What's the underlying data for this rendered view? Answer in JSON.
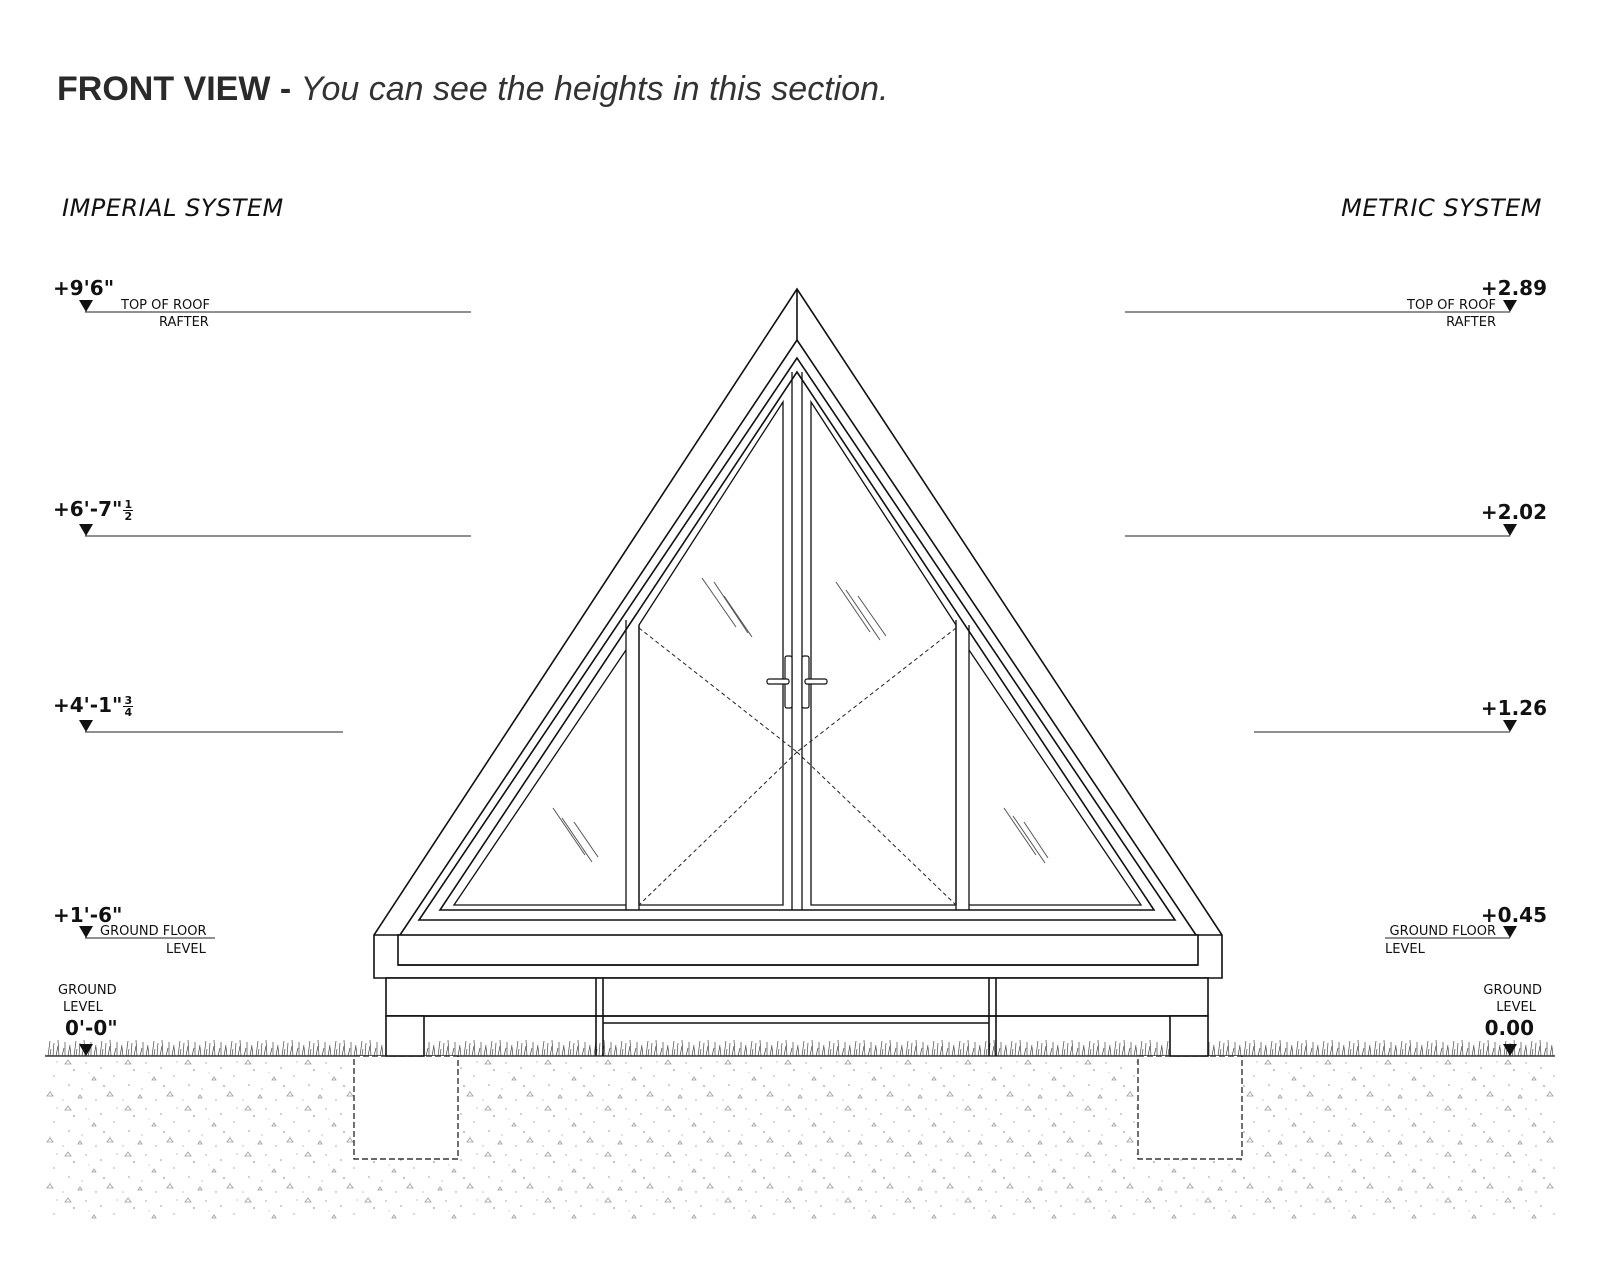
{
  "header": {
    "title_bold": "FRONT VIEW -",
    "title_italic": "You can see the heights in this section."
  },
  "imperial": {
    "heading": "IMPERIAL SYSTEM",
    "roof_value": "+9'6\"",
    "roof_label_1": "TOP OF ROOF",
    "roof_label_2": "RAFTER",
    "l2_value": "+6'-7\"",
    "l2_frac_num": "1",
    "l2_frac_den": "2",
    "l3_value": "+4'-1\"",
    "l3_frac_num": "3",
    "l3_frac_den": "4",
    "floor_value": "+1'-6\"",
    "floor_label_1": "GROUND FLOOR",
    "floor_label_2": "LEVEL",
    "ground_label_1": "GROUND",
    "ground_label_2": "LEVEL",
    "ground_value": "0'-0\""
  },
  "metric": {
    "heading": "METRIC SYSTEM",
    "roof_value": "+2.89",
    "roof_label_1": "TOP OF ROOF",
    "roof_label_2": "RAFTER",
    "l2_value": "+2.02",
    "l3_value": "+1.26",
    "floor_value": "+0.45",
    "floor_label_1": "GROUND FLOOR",
    "floor_label_2": "LEVEL",
    "ground_label_1": "GROUND",
    "ground_label_2": "LEVEL",
    "ground_value": "0.00"
  },
  "colors": {
    "line": "#111111",
    "ground_speckle": "#9a9a9a"
  }
}
